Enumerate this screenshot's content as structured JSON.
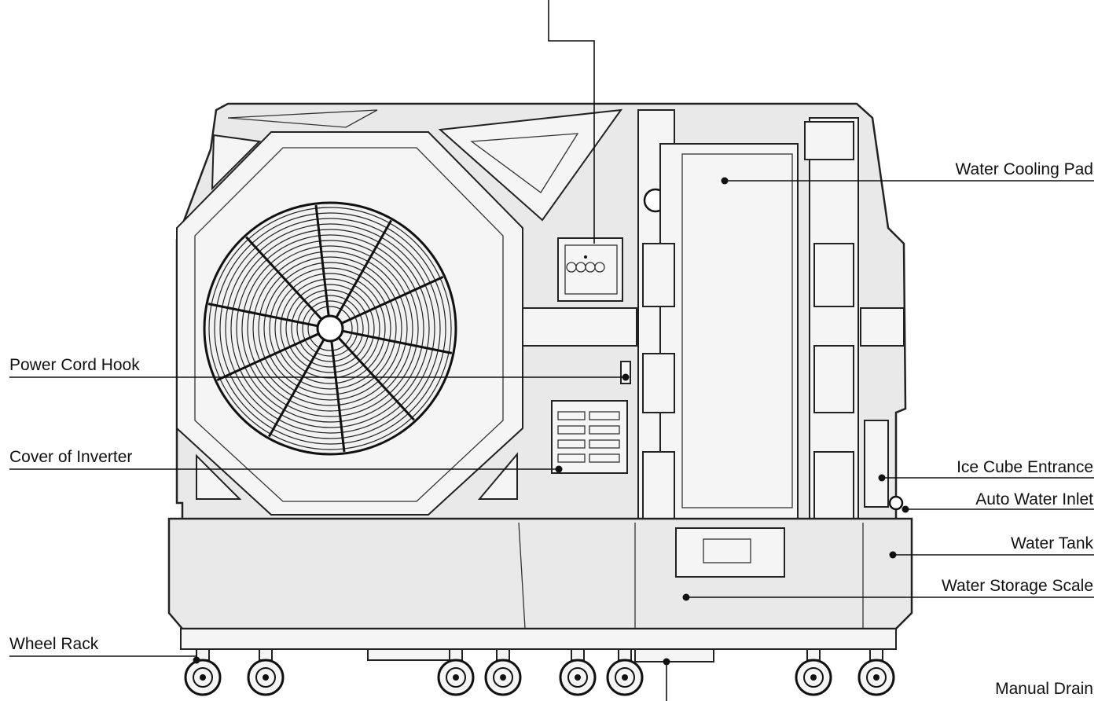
{
  "labels": {
    "water_cooling_pad": "Water Cooling Pad",
    "power_cord_hook": "Power Cord Hook",
    "cover_of_inverter": "Cover of Inverter",
    "ice_cube_entrance": "Ice Cube Entrance",
    "auto_water_inlet": "Auto Water Inlet",
    "water_tank": "Water Tank",
    "water_storage_scale": "Water Storage Scale",
    "wheel_rack": "Wheel Rack",
    "manual_drain": "Manual Drain"
  },
  "colors": {
    "line": "#111111",
    "body_fill": "#e9e9e9",
    "panel_fill": "#f5f5f5"
  }
}
